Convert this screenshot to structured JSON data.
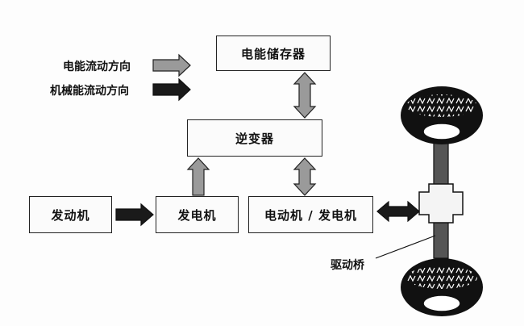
{
  "legend": {
    "electric": "电能流动方向",
    "mechanical": "机械能流动方向"
  },
  "blocks": {
    "storage": "电能储存器",
    "inverter": "逆变器",
    "engine": "发动机",
    "generator": "发电机",
    "motor": "电动机 / 发电机"
  },
  "axle_label": "驱动桥",
  "colors": {
    "electric_arrow": "#9a9a9a",
    "mechanical_arrow": "#1a1a1a"
  }
}
